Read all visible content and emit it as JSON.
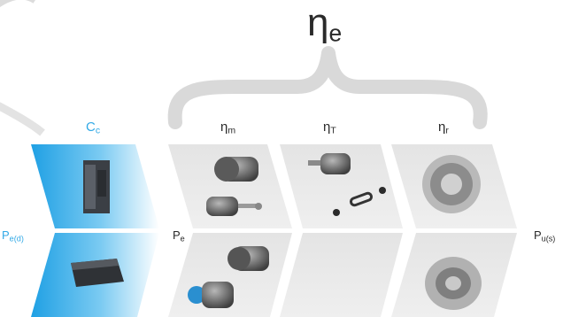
{
  "overall_efficiency": {
    "symbol": "η",
    "subscript": "e"
  },
  "components": [
    {
      "id": "controller",
      "symbol": "C",
      "subscript": "c"
    },
    {
      "id": "motor",
      "symbol": "η",
      "subscript": "m"
    },
    {
      "id": "transmission",
      "symbol": "η",
      "subscript": "T"
    },
    {
      "id": "impeller",
      "symbol": "η",
      "subscript": "r"
    }
  ],
  "powers": [
    {
      "id": "input",
      "symbol": "P",
      "subscript": "e(d)"
    },
    {
      "id": "electric",
      "symbol": "P",
      "subscript": "e"
    },
    {
      "id": "output",
      "symbol": "P",
      "subscript": "u(s)"
    }
  ],
  "colors": {
    "accent_blue": "#32a9e6",
    "panel_grey": "#e6e6e6",
    "brace_grey": "#d9d9d9",
    "text_dark": "#2a2a2a"
  }
}
